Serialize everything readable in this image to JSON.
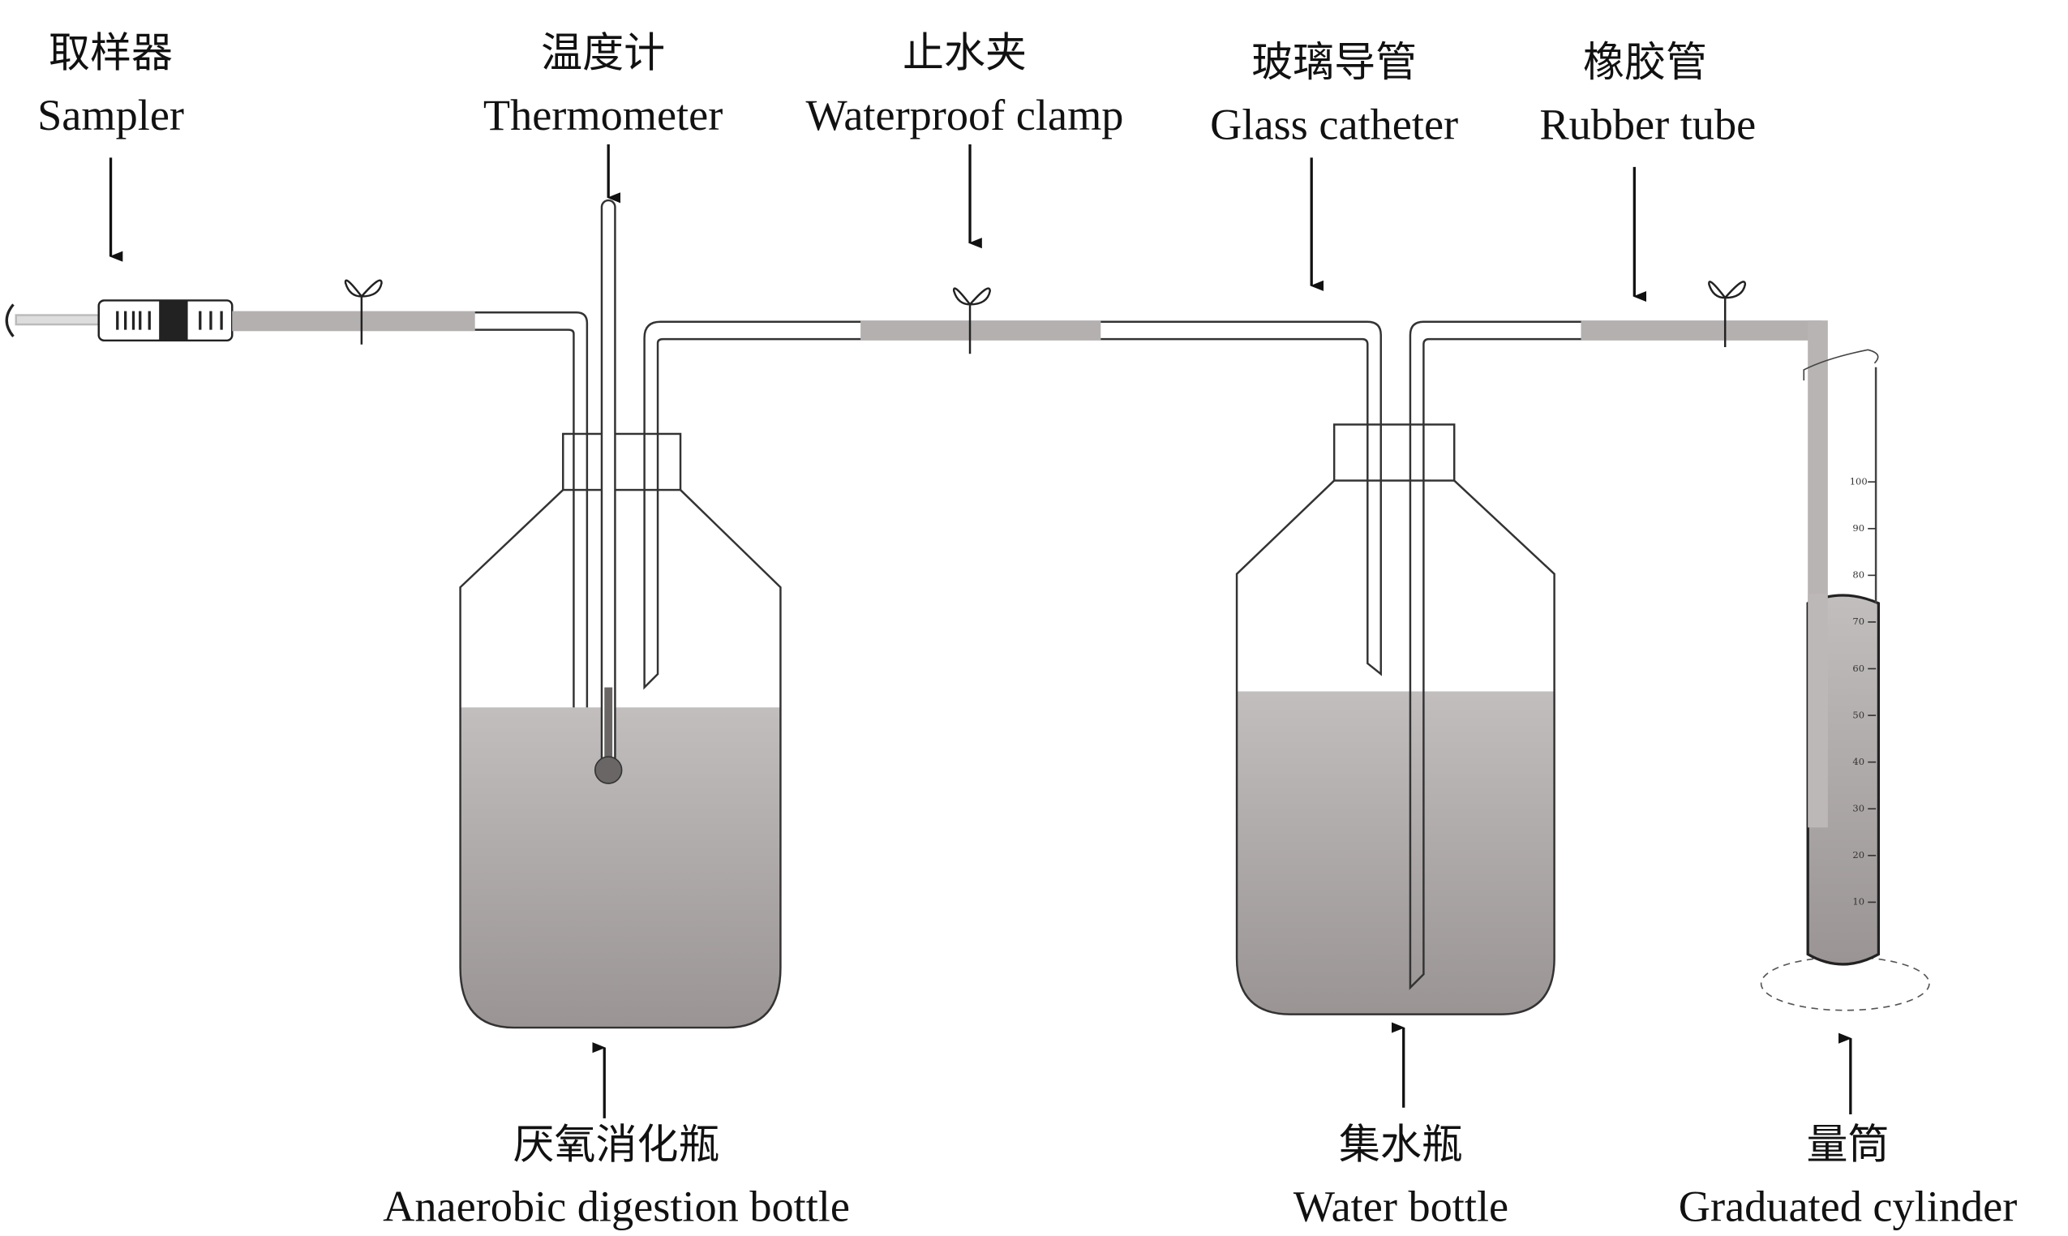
{
  "labels": {
    "sampler": {
      "zh": "取样器",
      "en": "Sampler"
    },
    "thermometer": {
      "zh": "温度计",
      "en": "Thermometer"
    },
    "clamp": {
      "zh": "止水夹",
      "en": "Waterproof clamp"
    },
    "glass": {
      "zh": "玻璃导管",
      "en": "Glass catheter"
    },
    "rubber": {
      "zh": "橡胶管",
      "en": "Rubber tube"
    },
    "digestion": {
      "zh": "厌氧消化瓶",
      "en": "Anaerobic digestion bottle"
    },
    "water": {
      "zh": "集水瓶",
      "en": "Water bottle"
    },
    "cylinder": {
      "zh": "量筒",
      "en": "Graduated cylinder"
    }
  },
  "cylinder_ticks": [
    "10",
    "20",
    "30",
    "40",
    "50",
    "60",
    "70",
    "80",
    "90",
    "100"
  ],
  "colors": {
    "liquid": "#a9a4a4",
    "rubber": "#b5b0b0",
    "line": "#333333"
  }
}
